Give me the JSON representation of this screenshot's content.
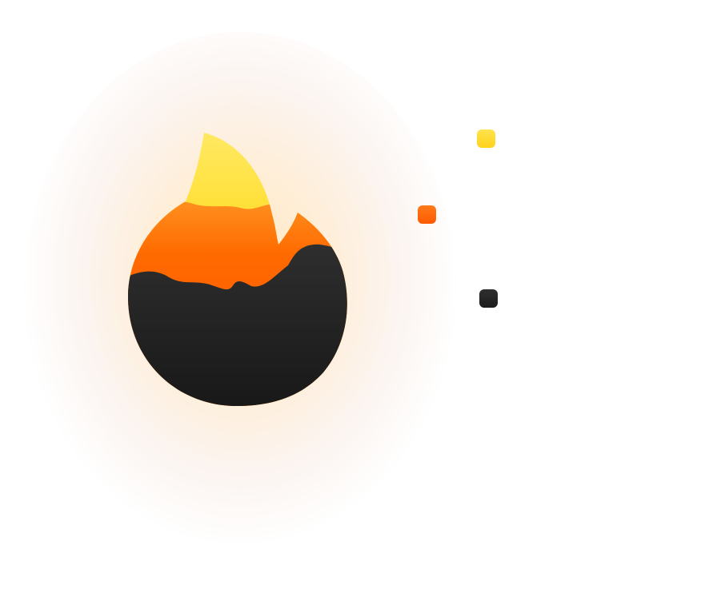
{
  "logo": {
    "icon": "flame-icon",
    "colors": {
      "yellow": "#FFD80F",
      "orange": "#FF5A00",
      "dark": "#242424"
    }
  },
  "palette": {
    "swatches": [
      {
        "name": "yellow",
        "color": "#FFD80F"
      },
      {
        "name": "orange",
        "color": "#FF5A00"
      },
      {
        "name": "dark",
        "color": "#242424"
      }
    ]
  }
}
